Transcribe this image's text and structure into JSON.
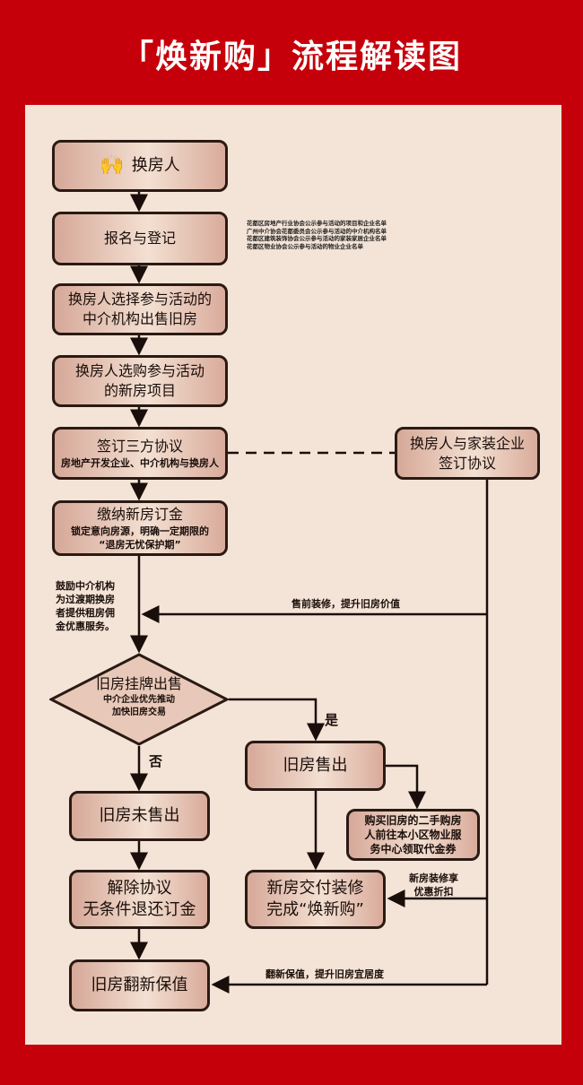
{
  "title": "「焕新购」流程解读图",
  "steps": {
    "s1": "换房人",
    "s2": "报名与登记",
    "s3a": "换房人选择参与活动的",
    "s3b": "中介机构出售旧房",
    "s4a": "换房人选购参与活动",
    "s4b": "的新房项目",
    "s5": "签订三方协议",
    "s5sub": "房地产开发企业、中介机构与换房人",
    "s6": "缴纳新房订金",
    "s6sub1": "锁定意向房源，明确一定期限的",
    "s6sub2": "“退房无忧保护期”",
    "deco_a": "换房人与家装企业",
    "deco_b": "签订协议",
    "diamond": "旧房挂牌出售",
    "diamond_sub1": "中介企业优先推动",
    "diamond_sub2": "加快旧房交易",
    "sold": "旧房售出",
    "buyer_a": "购买旧房的二手购房",
    "buyer_b": "人前往本小区物业服",
    "buyer_c": "务中心领取代金券",
    "unsold": "旧房未售出",
    "cancel_a": "解除协议",
    "cancel_b": "无条件退还订金",
    "deliver_a": "新房交付装修",
    "deliver_b": "完成“焕新购”",
    "renovate": "旧房翻新保值"
  },
  "lists": [
    "花都区房地产行业协会公示参与活动的项目和企业名单",
    "广州中介协会花都委员会公示参与活动的中介机构名单",
    "花都区建筑装饰协会公示参与活动的家装家居企业名单",
    "花都区物业协会公示参与活动的物业企业名单"
  ],
  "notes": {
    "agency_a": "鼓励中介机构",
    "agency_b": "为过渡期换房",
    "agency_c": "者提供租房佣",
    "agency_d": "金优惠服务。",
    "presale": "售前装修，提升旧房价值",
    "yes": "是",
    "no": "否",
    "discount_a": "新房装修享",
    "discount_b": "优惠折扣",
    "refurb": "翻新保值，提升旧房宜居度"
  }
}
